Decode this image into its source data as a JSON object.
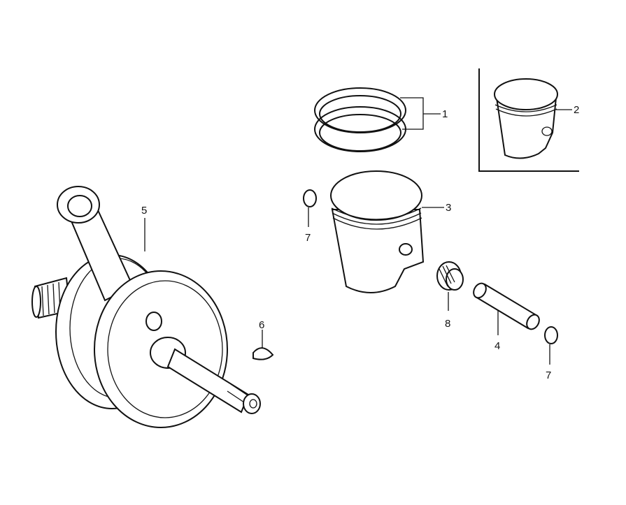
{
  "diagram": {
    "callouts": [
      {
        "id": "piston-rings",
        "number": "1"
      },
      {
        "id": "piston-alt",
        "number": "2"
      },
      {
        "id": "piston",
        "number": "3"
      },
      {
        "id": "piston-pin",
        "number": "4"
      },
      {
        "id": "crankshaft",
        "number": "5"
      },
      {
        "id": "woodruff-key",
        "number": "6"
      },
      {
        "id": "pin-clip-left",
        "number": "7"
      },
      {
        "id": "pin-clip-right",
        "number": "7"
      },
      {
        "id": "needle-bearing",
        "number": "8"
      }
    ]
  }
}
